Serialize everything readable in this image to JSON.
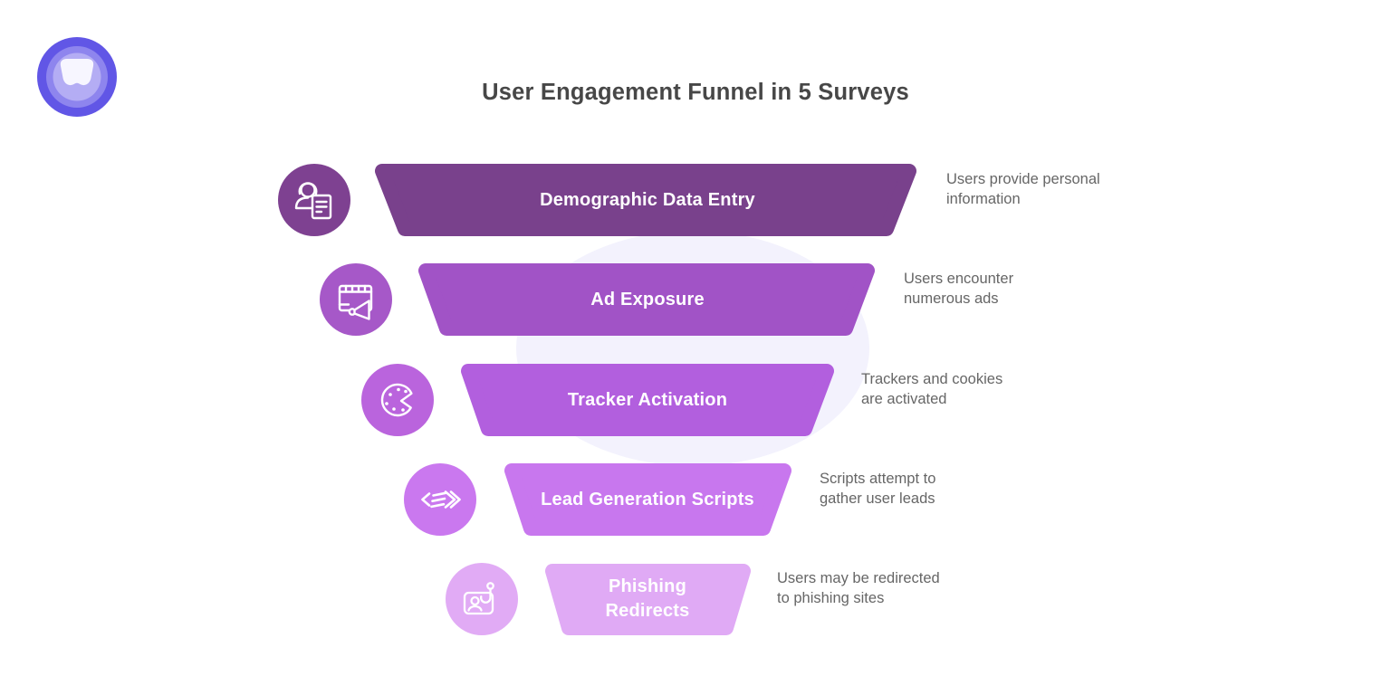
{
  "title": "User Engagement Funnel in 5 Surveys",
  "logo": {
    "icon": "whimsical-logo"
  },
  "stages": [
    {
      "label_lines": [
        "Demographic Data Entry"
      ],
      "desc_lines": [
        "Users provide personal",
        "information"
      ],
      "color": "#79418c",
      "icon_color": "#7e4191",
      "icon": "person-form-icon"
    },
    {
      "label_lines": [
        "Ad Exposure"
      ],
      "desc_lines": [
        "Users encounter",
        "numerous ads"
      ],
      "color": "#a153c6",
      "icon_color": "#a658c8",
      "icon": "ad-megaphone-icon"
    },
    {
      "label_lines": [
        "Tracker Activation"
      ],
      "desc_lines": [
        "Trackers and cookies",
        "are activated"
      ],
      "color": "#b25fde",
      "icon_color": "#ba64dd",
      "icon": "cookie-tracker-icon"
    },
    {
      "label_lines": [
        "Lead Generation Scripts"
      ],
      "desc_lines": [
        "Scripts attempt to",
        "gather user leads"
      ],
      "color": "#c877ee",
      "icon_color": "#ca78ef",
      "icon": "script-arrows-icon"
    },
    {
      "label_lines": [
        "Phishing",
        "Redirects"
      ],
      "desc_lines": [
        "Users may be redirected",
        "to phishing sites"
      ],
      "color": "#e0aaf5",
      "icon_color": "#e1abf5",
      "icon": "phishing-hook-icon"
    }
  ],
  "colors": {
    "background": "#ffffff",
    "background_accent": "#f3f2fd",
    "title_text": "#474747",
    "description_text": "#666666",
    "stage_label_text": "#ffffff",
    "logo_outer": "#6156e6",
    "logo_mid": "#8e85ee",
    "logo_inner": "#b4adf4",
    "logo_glyph": "#f7f6ff"
  }
}
